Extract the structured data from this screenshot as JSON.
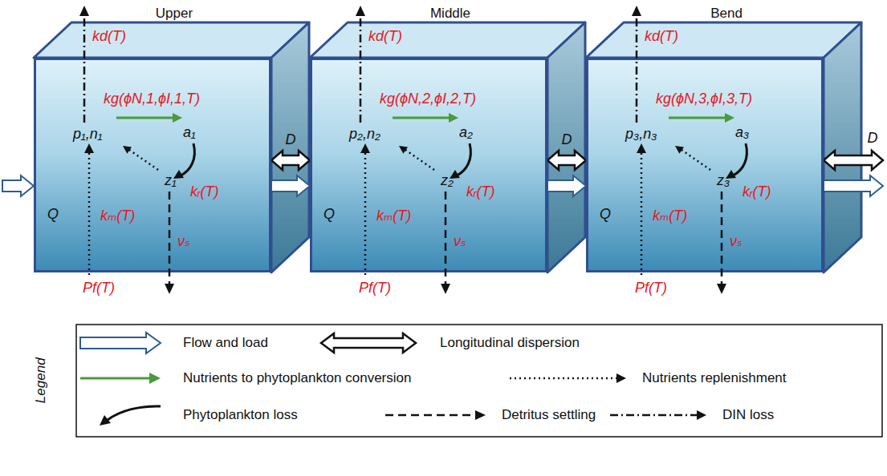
{
  "diagram": {
    "nodes": [
      {
        "text": [
          "Upper",
          "kd(T)",
          "kg(ϕN,1,ϕI,1,T)",
          "p₁,n₁",
          "a₁",
          "z₁",
          "kᵣ(T)",
          "kₘ(T)",
          "Q",
          "νₛ",
          "Pf(T)"
        ]
      },
      {
        "text": [
          "Middle",
          "kd(T)",
          "kg(ϕN,2,ϕI,2,T)",
          "p₂,n₂",
          "a₂",
          "z₂",
          "kᵣ(T)",
          "kₘ(T)",
          "Q",
          "νₛ",
          "Pf(T)"
        ]
      },
      {
        "text": [
          "Bend",
          "kd(T)",
          "kg(ϕN,3,ϕI,3,T)",
          "p₃,n₃",
          "a₃",
          "z₃",
          "kᵣ(T)",
          "kₘ(T)",
          "Q",
          "νₛ",
          "Pf(T)"
        ]
      }
    ],
    "edges": [
      {
        "from": 0,
        "to": 1,
        "arrow": "to"
      },
      {
        "from": 1,
        "to": 2,
        "arrow": "to"
      },
      {
        "from": 0,
        "to": 1,
        "arrow": "both",
        "label": "D"
      },
      {
        "from": 1,
        "to": 2,
        "arrow": "both",
        "label": "D"
      }
    ],
    "labels": [
      "D",
      "Legend"
    ],
    "legend": [
      {
        "text": "Flow and load"
      },
      {
        "text": "Longitudinal dispersion"
      },
      {
        "text": "Nutrients to phytoplankton conversion"
      },
      {
        "text": "Nutrients replenishment"
      },
      {
        "text": "Phytoplankton loss"
      },
      {
        "text": "Detritus settling"
      },
      {
        "text": "DIN loss"
      }
    ]
  }
}
